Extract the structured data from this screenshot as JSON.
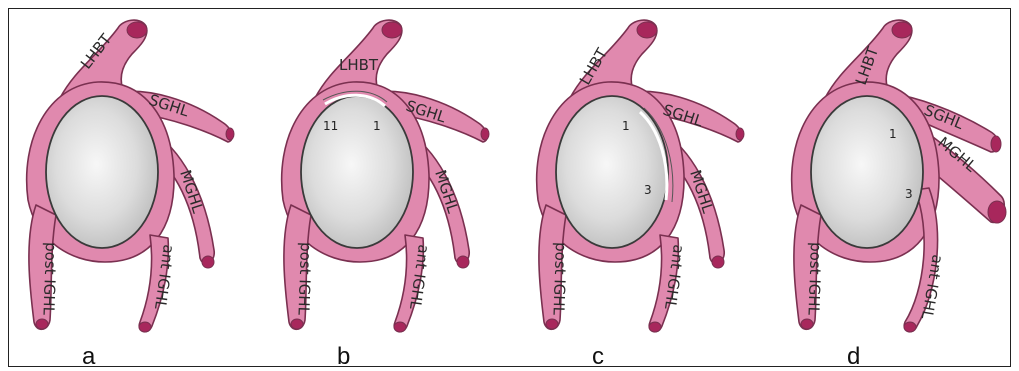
{
  "colors": {
    "ligament": "#e089ae",
    "ligament_stroke": "#7a3050",
    "ligament_tip": "#a8275c",
    "glenoid_center": "#f7f7f7",
    "glenoid_edge": "#bdbdbd"
  },
  "ligament_labels": {
    "lhbt": "LHBT",
    "sghl": "SGHL",
    "mghl": "MGHL",
    "ant_ighl": "ant IGHL",
    "post_ighl": "post IGHL"
  },
  "panels": [
    {
      "letter": "a",
      "markers": []
    },
    {
      "letter": "b",
      "markers": [
        "11",
        "1"
      ]
    },
    {
      "letter": "c",
      "markers": [
        "1",
        "3"
      ]
    },
    {
      "letter": "d",
      "markers": [
        "1",
        "3"
      ]
    }
  ]
}
